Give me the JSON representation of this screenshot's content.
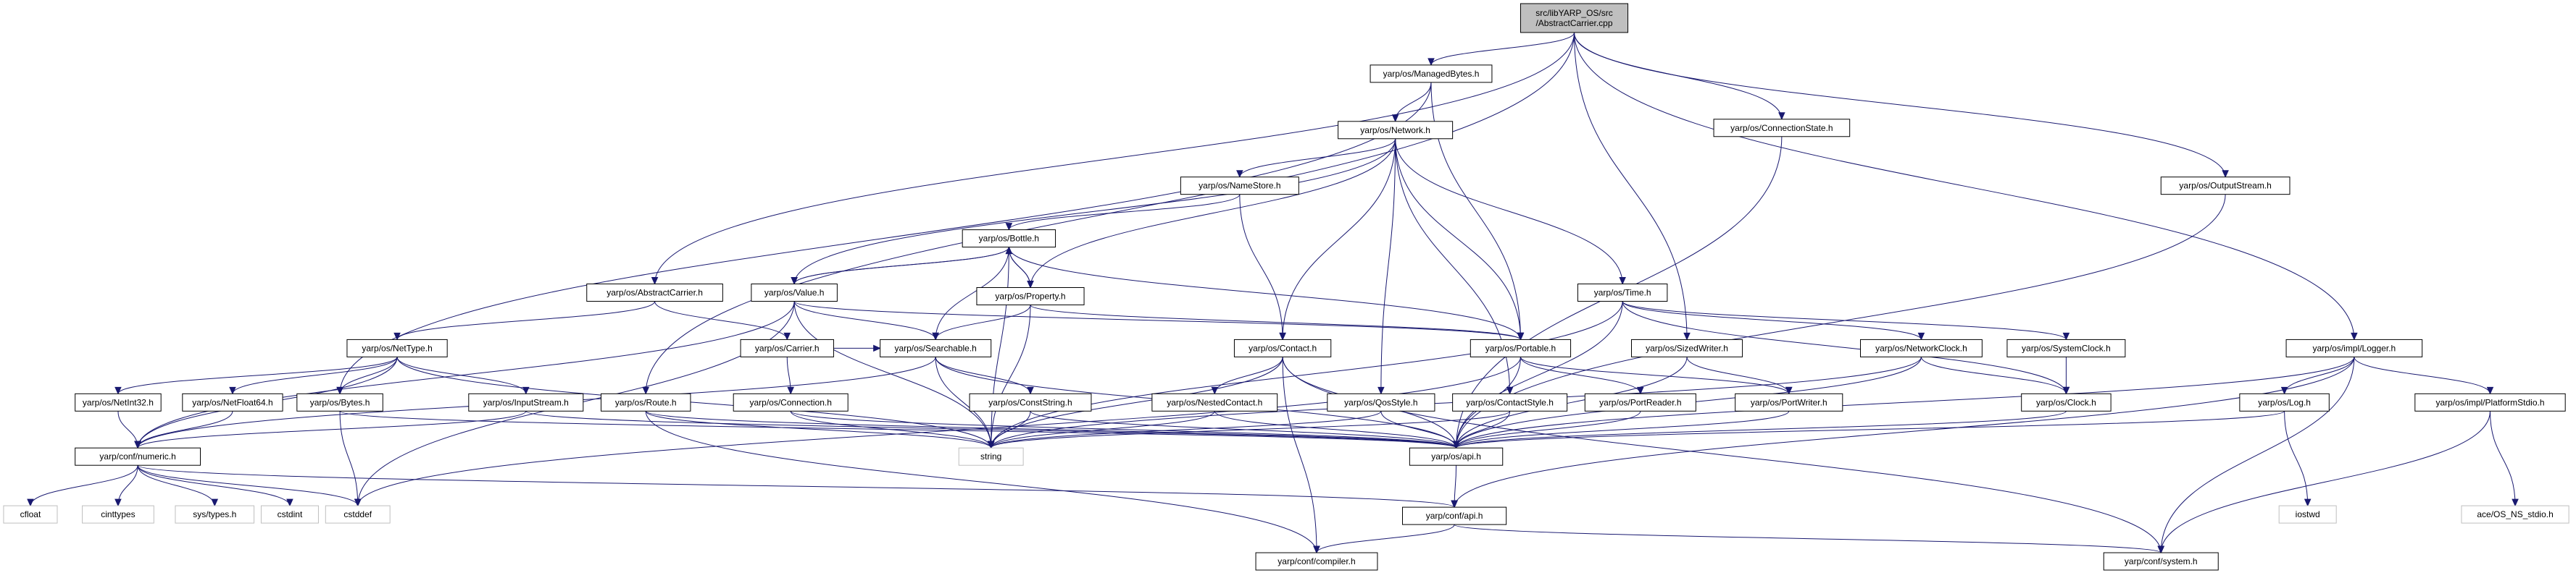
{
  "title": "src/libYARP_OS/src/AbstractCarrier.cpp",
  "colors": {
    "edge": "#191970",
    "root_fill": "#bfbfbf",
    "system_border": "#bfbfbf",
    "node_border": "#000000"
  },
  "nodes": [
    {
      "id": "root",
      "label": "src/libYARP_OS/src\n/AbstractCarrier.cpp",
      "kind": "root"
    },
    {
      "id": "ManagedBytes",
      "label": "yarp/os/ManagedBytes.h"
    },
    {
      "id": "Network",
      "label": "yarp/os/Network.h"
    },
    {
      "id": "ConnectionState",
      "label": "yarp/os/ConnectionState.h"
    },
    {
      "id": "OutputStream",
      "label": "yarp/os/OutputStream.h"
    },
    {
      "id": "NameStore",
      "label": "yarp/os/NameStore.h"
    },
    {
      "id": "Bottle",
      "label": "yarp/os/Bottle.h"
    },
    {
      "id": "AbstractCarrier",
      "label": "yarp/os/AbstractCarrier.h"
    },
    {
      "id": "Value",
      "label": "yarp/os/Value.h"
    },
    {
      "id": "Property",
      "label": "yarp/os/Property.h"
    },
    {
      "id": "Time",
      "label": "yarp/os/Time.h"
    },
    {
      "id": "Carrier",
      "label": "yarp/os/Carrier.h"
    },
    {
      "id": "NetType",
      "label": "yarp/os/NetType.h"
    },
    {
      "id": "Searchable",
      "label": "yarp/os/Searchable.h"
    },
    {
      "id": "Contact",
      "label": "yarp/os/Contact.h"
    },
    {
      "id": "Portable",
      "label": "yarp/os/Portable.h"
    },
    {
      "id": "SizedWriter",
      "label": "yarp/os/SizedWriter.h"
    },
    {
      "id": "NetworkClock",
      "label": "yarp/os/NetworkClock.h"
    },
    {
      "id": "SystemClock",
      "label": "yarp/os/SystemClock.h"
    },
    {
      "id": "Logger",
      "label": "yarp/os/impl/Logger.h"
    },
    {
      "id": "NetInt32",
      "label": "yarp/os/NetInt32.h"
    },
    {
      "id": "NetFloat64",
      "label": "yarp/os/NetFloat64.h"
    },
    {
      "id": "Bytes",
      "label": "yarp/os/Bytes.h"
    },
    {
      "id": "InputStream",
      "label": "yarp/os/InputStream.h"
    },
    {
      "id": "Route",
      "label": "yarp/os/Route.h"
    },
    {
      "id": "Connection",
      "label": "yarp/os/Connection.h"
    },
    {
      "id": "ConstString",
      "label": "yarp/os/ConstString.h"
    },
    {
      "id": "NestedContact",
      "label": "yarp/os/NestedContact.h"
    },
    {
      "id": "QosStyle",
      "label": "yarp/os/QosStyle.h"
    },
    {
      "id": "ContactStyle",
      "label": "yarp/os/ContactStyle.h"
    },
    {
      "id": "PortReader",
      "label": "yarp/os/PortReader.h"
    },
    {
      "id": "PortWriter",
      "label": "yarp/os/PortWriter.h"
    },
    {
      "id": "Clock",
      "label": "yarp/os/Clock.h"
    },
    {
      "id": "Log",
      "label": "yarp/os/Log.h"
    },
    {
      "id": "PlatformStdio",
      "label": "yarp/os/impl/PlatformStdio.h"
    },
    {
      "id": "confnumeric",
      "label": "yarp/conf/numeric.h"
    },
    {
      "id": "string",
      "label": "string",
      "kind": "system"
    },
    {
      "id": "osapi",
      "label": "yarp/os/api.h"
    },
    {
      "id": "iostwd",
      "label": "iostwd",
      "kind": "system"
    },
    {
      "id": "aceStdio",
      "label": "ace/OS_NS_stdio.h",
      "kind": "system"
    },
    {
      "id": "cfloat",
      "label": "cfloat",
      "kind": "system"
    },
    {
      "id": "cinttypes",
      "label": "cinttypes",
      "kind": "system"
    },
    {
      "id": "systypes",
      "label": "sys/types.h",
      "kind": "system"
    },
    {
      "id": "cstdint",
      "label": "cstdint",
      "kind": "system"
    },
    {
      "id": "cstddef",
      "label": "cstddef",
      "kind": "system"
    },
    {
      "id": "confapi",
      "label": "yarp/conf/api.h"
    },
    {
      "id": "compiler",
      "label": "yarp/conf/compiler.h"
    },
    {
      "id": "system",
      "label": "yarp/conf/system.h"
    }
  ],
  "edges": [
    [
      "root",
      "ManagedBytes"
    ],
    [
      "root",
      "AbstractCarrier"
    ],
    [
      "root",
      "Route"
    ],
    [
      "root",
      "SizedWriter"
    ],
    [
      "root",
      "ConnectionState"
    ],
    [
      "root",
      "OutputStream"
    ],
    [
      "root",
      "Logger"
    ],
    [
      "ManagedBytes",
      "Network"
    ],
    [
      "ManagedBytes",
      "Bytes"
    ],
    [
      "ManagedBytes",
      "Portable"
    ],
    [
      "Network",
      "NameStore"
    ],
    [
      "Network",
      "Value"
    ],
    [
      "Network",
      "Property"
    ],
    [
      "Network",
      "Contact"
    ],
    [
      "Network",
      "Portable"
    ],
    [
      "Network",
      "QosStyle"
    ],
    [
      "Network",
      "ContactStyle"
    ],
    [
      "Network",
      "Time"
    ],
    [
      "NameStore",
      "Bottle"
    ],
    [
      "NameStore",
      "Contact"
    ],
    [
      "Bottle",
      "Value"
    ],
    [
      "Bottle",
      "Property"
    ],
    [
      "Bottle",
      "Searchable"
    ],
    [
      "Bottle",
      "Portable"
    ],
    [
      "Bottle",
      "string"
    ],
    [
      "Value",
      "Bottle"
    ],
    [
      "Value",
      "Searchable"
    ],
    [
      "Value",
      "Portable"
    ],
    [
      "Value",
      "confnumeric"
    ],
    [
      "Value",
      "string"
    ],
    [
      "Value",
      "cstddef"
    ],
    [
      "Property",
      "Bottle"
    ],
    [
      "Property",
      "Searchable"
    ],
    [
      "Property",
      "Portable"
    ],
    [
      "Property",
      "string"
    ],
    [
      "AbstractCarrier",
      "Carrier"
    ],
    [
      "AbstractCarrier",
      "NetType"
    ],
    [
      "Carrier",
      "Connection"
    ],
    [
      "Carrier",
      "Searchable"
    ],
    [
      "NetType",
      "NetInt32"
    ],
    [
      "NetType",
      "NetFloat64"
    ],
    [
      "NetType",
      "Bytes"
    ],
    [
      "NetType",
      "InputStream"
    ],
    [
      "NetType",
      "confnumeric"
    ],
    [
      "NetType",
      "string"
    ],
    [
      "NetInt32",
      "confnumeric"
    ],
    [
      "NetFloat64",
      "confnumeric"
    ],
    [
      "Bytes",
      "cstddef"
    ],
    [
      "Bytes",
      "osapi"
    ],
    [
      "InputStream",
      "osapi"
    ],
    [
      "InputStream",
      "confnumeric"
    ],
    [
      "Searchable",
      "ConstString"
    ],
    [
      "Searchable",
      "string"
    ],
    [
      "Searchable",
      "osapi"
    ],
    [
      "Searchable",
      "confnumeric"
    ],
    [
      "ConstString",
      "string"
    ],
    [
      "ConstString",
      "osapi"
    ],
    [
      "Connection",
      "string"
    ],
    [
      "Connection",
      "osapi"
    ],
    [
      "Contact",
      "NestedContact"
    ],
    [
      "Contact",
      "string"
    ],
    [
      "Contact",
      "osapi"
    ],
    [
      "Contact",
      "compiler"
    ],
    [
      "Contact",
      "system"
    ],
    [
      "NestedContact",
      "string"
    ],
    [
      "NestedContact",
      "osapi"
    ],
    [
      "QosStyle",
      "string"
    ],
    [
      "QosStyle",
      "osapi"
    ],
    [
      "ContactStyle",
      "osapi"
    ],
    [
      "ContactStyle",
      "string"
    ],
    [
      "Portable",
      "PortReader"
    ],
    [
      "Portable",
      "PortWriter"
    ],
    [
      "Portable",
      "osapi"
    ],
    [
      "Portable",
      "cstddef"
    ],
    [
      "PortReader",
      "osapi"
    ],
    [
      "PortWriter",
      "osapi"
    ],
    [
      "SizedWriter",
      "PortWriter"
    ],
    [
      "SizedWriter",
      "osapi"
    ],
    [
      "Time",
      "NetworkClock"
    ],
    [
      "Time",
      "SystemClock"
    ],
    [
      "Time",
      "Clock"
    ],
    [
      "Time",
      "osapi"
    ],
    [
      "Time",
      "string"
    ],
    [
      "NetworkClock",
      "Clock"
    ],
    [
      "NetworkClock",
      "osapi"
    ],
    [
      "NetworkClock",
      "string"
    ],
    [
      "SystemClock",
      "Clock"
    ],
    [
      "Clock",
      "osapi"
    ],
    [
      "ConnectionState",
      "osapi"
    ],
    [
      "OutputStream",
      "osapi"
    ],
    [
      "Logger",
      "Log"
    ],
    [
      "Logger",
      "PlatformStdio"
    ],
    [
      "Logger",
      "confapi"
    ],
    [
      "Logger",
      "system"
    ],
    [
      "Logger",
      "osapi"
    ],
    [
      "Log",
      "osapi"
    ],
    [
      "Log",
      "iostwd"
    ],
    [
      "PlatformStdio",
      "aceStdio"
    ],
    [
      "PlatformStdio",
      "system"
    ],
    [
      "Route",
      "string"
    ],
    [
      "Route",
      "osapi"
    ],
    [
      "Route",
      "compiler"
    ],
    [
      "confnumeric",
      "cfloat"
    ],
    [
      "confnumeric",
      "cinttypes"
    ],
    [
      "confnumeric",
      "systypes"
    ],
    [
      "confnumeric",
      "cstdint"
    ],
    [
      "confnumeric",
      "cstddef"
    ],
    [
      "confnumeric",
      "confapi"
    ],
    [
      "osapi",
      "confapi"
    ],
    [
      "confapi",
      "compiler"
    ],
    [
      "confapi",
      "system"
    ]
  ]
}
